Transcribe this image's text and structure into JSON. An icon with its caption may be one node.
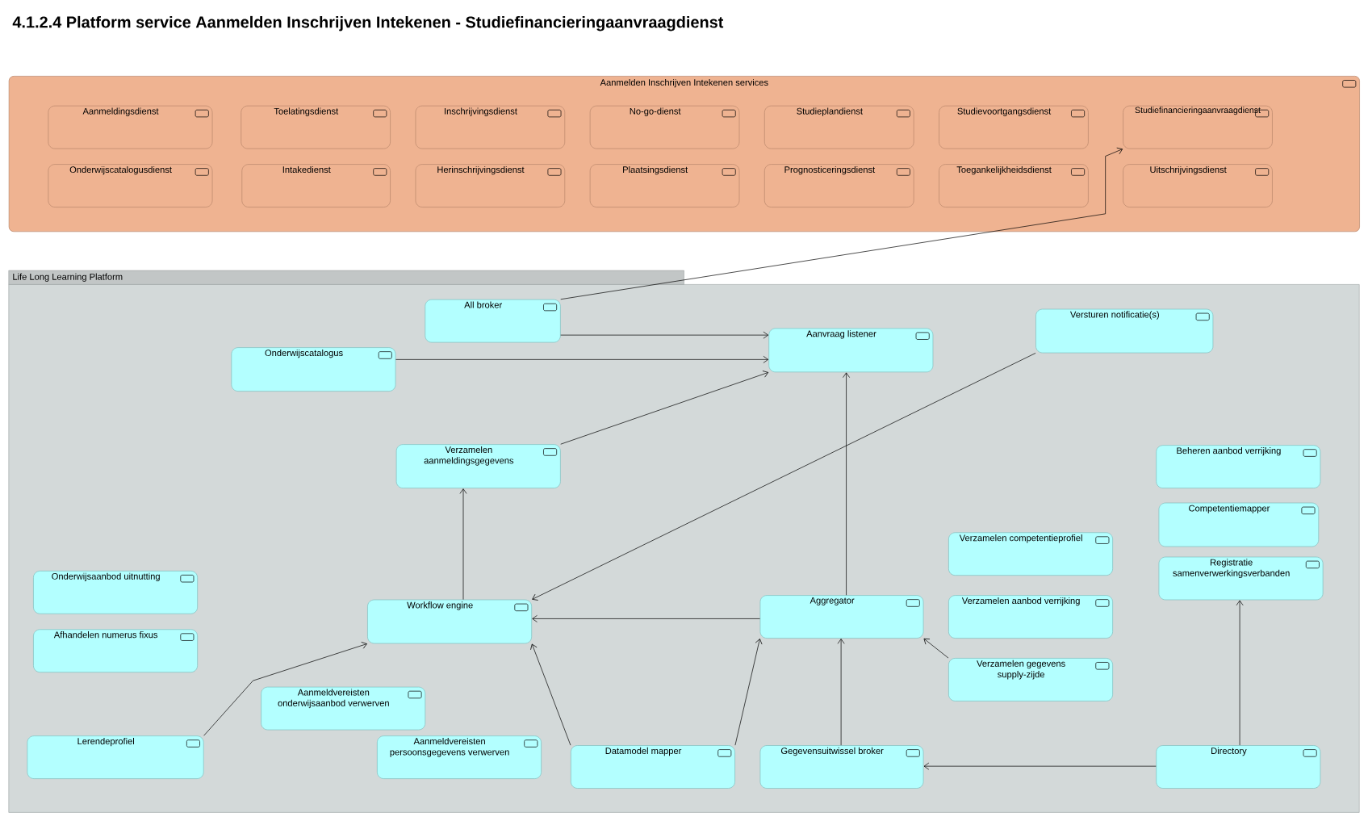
{
  "diagram": {
    "title": "4.1.2.4 Platform service Aanmelden Inschrijven Intekenen - Studiefinancieringaanvraagdienst",
    "nodes": [
      {
        "text": [
          "Aanmelden Inschrijven Intekenen services"
        ]
      },
      {
        "text": [
          "Aanmeldingsdienst"
        ],
        "in": 0
      },
      {
        "text": [
          "Toelatingsdienst"
        ],
        "in": 0
      },
      {
        "text": [
          "Inschrijvingsdienst"
        ],
        "in": 0
      },
      {
        "text": [
          "No-go-dienst"
        ],
        "in": 0
      },
      {
        "text": [
          "Studieplandienst"
        ],
        "in": 0
      },
      {
        "text": [
          "Studievoortgangsdienst"
        ],
        "in": 0
      },
      {
        "text": [
          "Studiefinancieringaanvraagdienst"
        ],
        "in": 0
      },
      {
        "text": [
          "Onderwijscatalogusdienst"
        ],
        "in": 0
      },
      {
        "text": [
          "Intakedienst"
        ],
        "in": 0
      },
      {
        "text": [
          "Herinschrijvingsdienst"
        ],
        "in": 0
      },
      {
        "text": [
          "Plaatsingsdienst"
        ],
        "in": 0
      },
      {
        "text": [
          "Prognosticeringsdienst"
        ],
        "in": 0
      },
      {
        "text": [
          "Toegankelijkheidsdienst"
        ],
        "in": 0
      },
      {
        "text": [
          "Uitschrijvingsdienst"
        ],
        "in": 0
      },
      {
        "text": [
          "Life Long Learning Platform"
        ]
      },
      {
        "text": [
          "All broker"
        ],
        "in": 15
      },
      {
        "text": [
          "Onderwijscatalogus"
        ],
        "in": 15
      },
      {
        "text": [
          "Aanvraag listener"
        ],
        "in": 15
      },
      {
        "text": [
          "Versturen notificatie(s)"
        ],
        "in": 15
      },
      {
        "text": [
          "Verzamelen aanmeldingsgegevens"
        ],
        "in": 15
      },
      {
        "text": [
          "Beheren aanbod verrijking"
        ],
        "in": 15
      },
      {
        "text": [
          "Competentiemapper"
        ],
        "in": 15
      },
      {
        "text": [
          "Verzamelen competentieprofiel"
        ],
        "in": 15
      },
      {
        "text": [
          "Registratie samenverwerkingsverbanden"
        ],
        "in": 15
      },
      {
        "text": [
          "Onderwijsaanbod uitnutting"
        ],
        "in": 15
      },
      {
        "text": [
          "Workflow engine"
        ],
        "in": 15
      },
      {
        "text": [
          "Aggregator"
        ],
        "in": 15
      },
      {
        "text": [
          "Verzamelen aanbod verrijking"
        ],
        "in": 15
      },
      {
        "text": [
          "Afhandelen numerus fixus"
        ],
        "in": 15
      },
      {
        "text": [
          "Verzamelen gegevens supply-zijde"
        ],
        "in": 15
      },
      {
        "text": [
          "Aanmeldvereisten onderwijsaanbod verwerven"
        ],
        "in": 15
      },
      {
        "text": [
          "Lerendeprofiel"
        ],
        "in": 15
      },
      {
        "text": [
          "Aanmeldvereisten persoonsgegevens verwerven"
        ],
        "in": 15
      },
      {
        "text": [
          "Datamodel mapper"
        ],
        "in": 15
      },
      {
        "text": [
          "Gegevensuitwissel broker"
        ],
        "in": 15
      },
      {
        "text": [
          "Directory"
        ],
        "in": 15
      }
    ],
    "edges": [
      {
        "from": 16,
        "to": 7,
        "arrow": "to"
      },
      {
        "from": 16,
        "to": 18,
        "arrow": "to"
      },
      {
        "from": 17,
        "to": 18,
        "arrow": "to"
      },
      {
        "from": 20,
        "to": 18,
        "arrow": "to"
      },
      {
        "from": 27,
        "to": 18,
        "arrow": "to"
      },
      {
        "from": 19,
        "to": 26,
        "arrow": "to"
      },
      {
        "from": 26,
        "to": 20,
        "arrow": "to"
      },
      {
        "from": 27,
        "to": 26,
        "arrow": "to"
      },
      {
        "from": 32,
        "to": 26,
        "arrow": "to"
      },
      {
        "from": 34,
        "to": 26,
        "arrow": "to"
      },
      {
        "from": 34,
        "to": 27,
        "arrow": "to"
      },
      {
        "from": 35,
        "to": 27,
        "arrow": "to"
      },
      {
        "from": 30,
        "to": 27,
        "arrow": "to"
      },
      {
        "from": 36,
        "to": 35,
        "arrow": "to"
      },
      {
        "from": 36,
        "to": 24,
        "arrow": "to"
      }
    ]
  }
}
